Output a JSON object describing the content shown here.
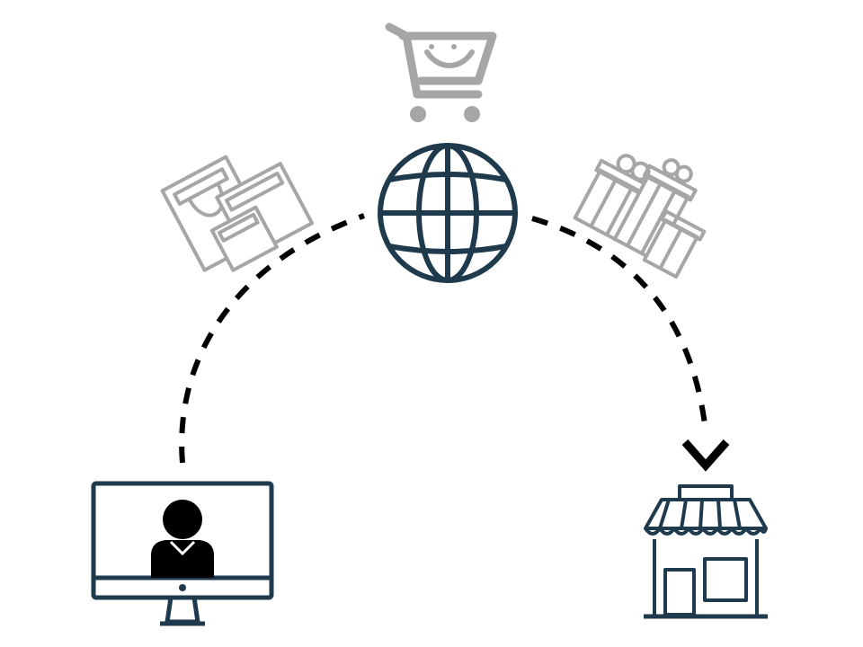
{
  "diagram": {
    "kind": "online-shopping-flow",
    "nodes": [
      {
        "id": "user",
        "icon": "computer-user-icon"
      },
      {
        "id": "internet",
        "icon": "globe-icon"
      },
      {
        "id": "store",
        "icon": "storefront-icon"
      }
    ],
    "decorations": [
      "shopping-cart-icon",
      "shopping-bags-icon",
      "gift-boxes-icon"
    ],
    "edges": [
      {
        "from": "user",
        "to": "internet",
        "style": "dashed"
      },
      {
        "from": "internet",
        "to": "store",
        "style": "dashed-arrow"
      }
    ]
  },
  "colors": {
    "primary": "#1f3a4d",
    "secondary": "#a6a6a6",
    "arrow": "#000000",
    "background": "#ffffff"
  }
}
